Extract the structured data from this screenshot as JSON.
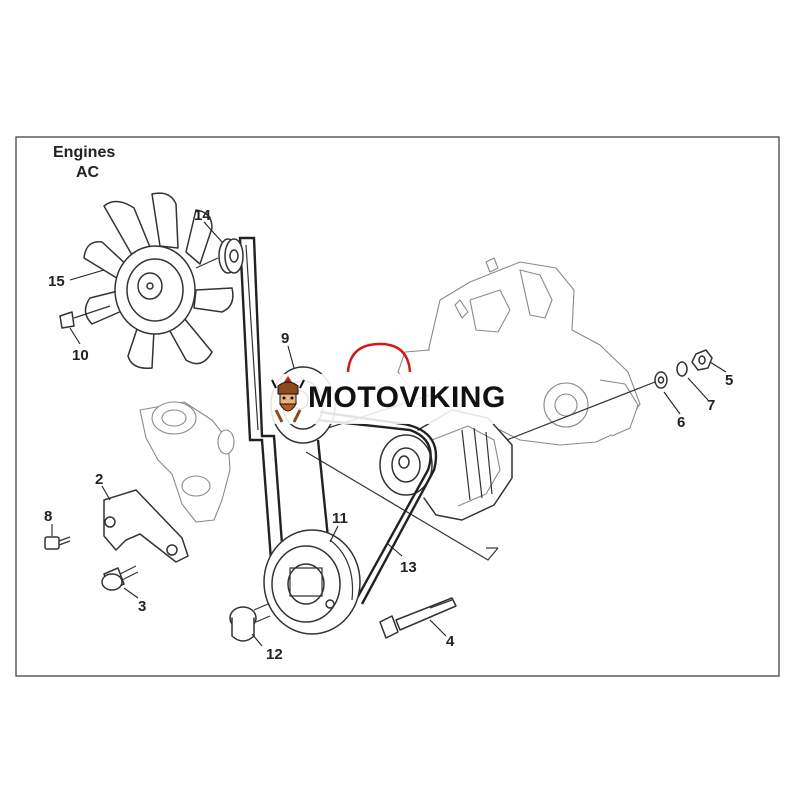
{
  "header": {
    "line1": "Engines",
    "line2": "AC"
  },
  "callouts": {
    "c2": "2",
    "c3": "3",
    "c4": "4",
    "c5": "5",
    "c6": "6",
    "c7": "7",
    "c8": "8",
    "c9": "9",
    "c10": "10",
    "c11": "11",
    "c12": "12",
    "c13": "13",
    "c14": "14",
    "c15": "15"
  },
  "watermark": {
    "text": "MOTOVIKING"
  },
  "colors": {
    "line": "#333333",
    "watermark_text": "#111111",
    "logo_red": "#d21a1a",
    "logo_brown": "#8b4a1c"
  }
}
